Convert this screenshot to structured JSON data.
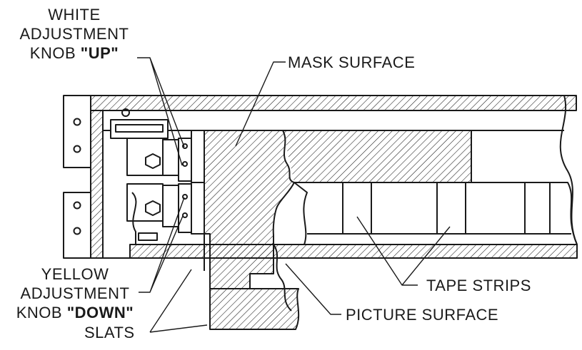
{
  "labels": {
    "white_knob": {
      "line1": "WHITE",
      "line2": "ADJUSTMENT",
      "line3_prefix": "KNOB ",
      "line3_emphasis": "\"UP\""
    },
    "mask_surface": "MASK SURFACE",
    "yellow_knob": {
      "line1": "YELLOW",
      "line2": "ADJUSTMENT",
      "line3_prefix": "KNOB ",
      "line3_emphasis": "\"DOWN\""
    },
    "slats": "SLATS",
    "tape_strips": "TAPE STRIPS",
    "picture_surface": "PICTURE SURFACE"
  },
  "colors": {
    "ink": "#1a1a1a",
    "paper": "#ffffff"
  }
}
